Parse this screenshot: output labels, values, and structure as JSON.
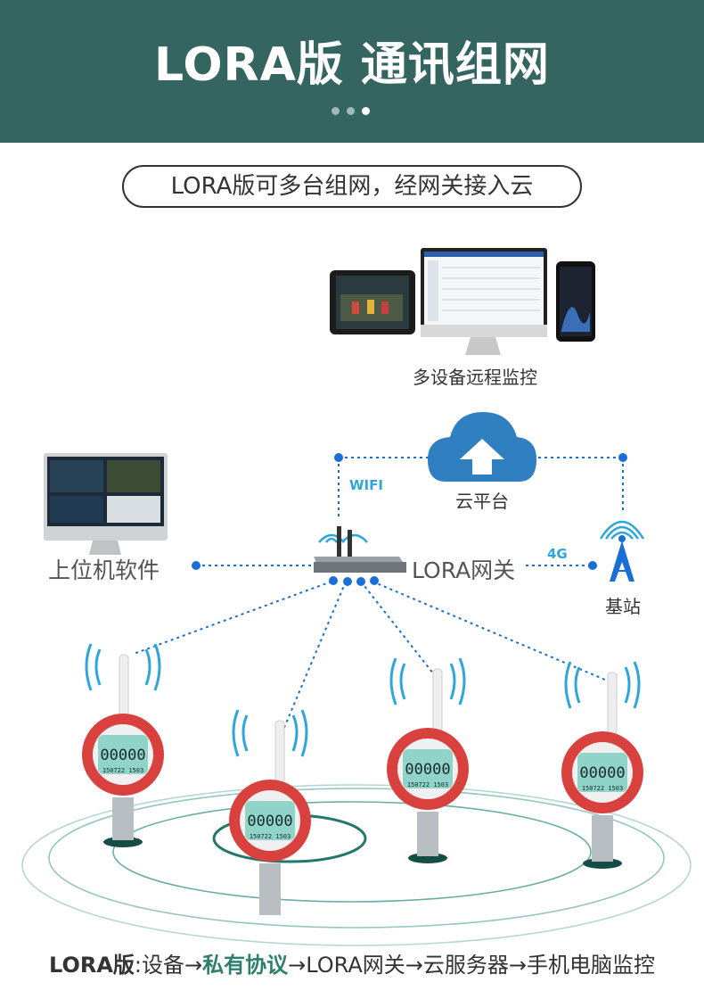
{
  "header": {
    "title": "LORA版 通讯组网"
  },
  "subtitle": "LORA版可多台组网，经网关接入云",
  "nodes": {
    "monitor": "多设备远程监控",
    "cloud": "云平台",
    "software": "上位机软件",
    "gateway": "LORA网关",
    "station": "基站"
  },
  "links": {
    "wifi": "WIFI",
    "cell": "4G"
  },
  "footer": {
    "prefix": "LORA版",
    "sep": ":设备→",
    "highlight": "私有协议",
    "rest": "→LORA网关→云服务器→手机电脑监控"
  },
  "devices": [
    {
      "reading": "00000",
      "footer_text": "150722 1503"
    },
    {
      "reading": "00000",
      "footer_text": "150722 1503"
    },
    {
      "reading": "00000",
      "footer_text": "150722 1503"
    },
    {
      "reading": "00000",
      "footer_text": "150722 1503"
    }
  ],
  "colors": {
    "header": "#346560",
    "link": "#1a6fd6",
    "wifi": "#2ea5dc",
    "gauge": "#d9413f",
    "lcd": "#8fd3c9",
    "highlight": "#2f7f6f"
  }
}
